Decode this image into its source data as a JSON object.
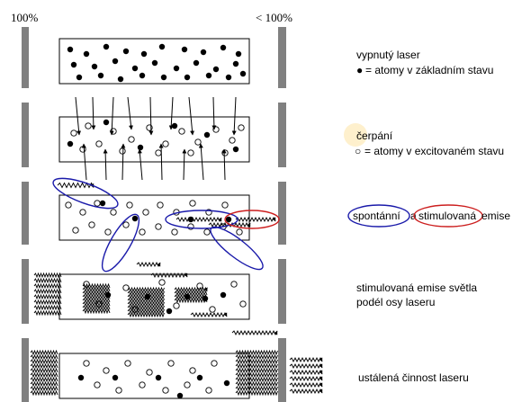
{
  "mirrors": {
    "left_reflectivity": "100%",
    "right_reflectivity": "< 100%"
  },
  "stages": [
    {
      "id": "off",
      "title": "vypnutý laser",
      "legend_symbol": "●",
      "legend_text": "= atomy v základním stavu"
    },
    {
      "id": "pump",
      "title": "čerpání",
      "legend_symbol": "○",
      "legend_text": "= atomy v excitovaném stavu"
    },
    {
      "id": "emit",
      "label_spontaneous": "spontánní",
      "label_and": "a",
      "label_stimulated": "stimulovaná",
      "label_emission": "emise"
    },
    {
      "id": "axis",
      "line1": "stimulovaná emise světla",
      "line2": "podél osy laseru"
    },
    {
      "id": "steady",
      "title": "ustálená činnost laseru"
    }
  ],
  "colors": {
    "mirror": "#808080",
    "atom_fill": "#000000",
    "spontaneous_outline": "#1a1aaa",
    "stimulated_outline": "#cc1f1f",
    "pump_glow": "#fde9b8"
  }
}
